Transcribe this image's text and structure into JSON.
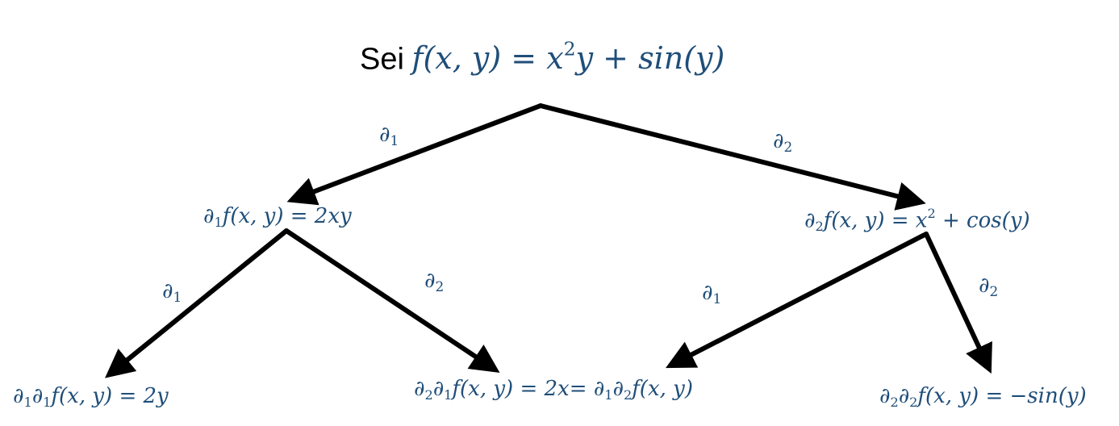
{
  "title": {
    "prefix": "Sei",
    "f": "f(x, y) = x",
    "exp": "2",
    "rest": "y + sin(y)"
  },
  "nodes": {
    "d1f": {
      "op": "∂",
      "sub": "1",
      "body": "f(x, y) = 2xy"
    },
    "d2f": {
      "op": "∂",
      "sub": "2",
      "body": "f(x, y) = x",
      "exp": "2",
      "tail": " + cos(y)"
    },
    "d1d1f": {
      "op": "∂",
      "sub1": "1",
      "sub2": "1",
      "body": "f(x, y) = 2y"
    },
    "d2d1f": {
      "op": "∂",
      "sub1": "2",
      "sub2": "1",
      "body": "f(x, y) = 2x",
      "eq": "= ",
      "sub3": "1",
      "sub4": "2",
      "body2": "f(x, y)"
    },
    "d2d2f": {
      "op": "∂",
      "sub1": "2",
      "sub2": "2",
      "body": "f(x, y) = −sin(y)"
    }
  },
  "edges": [
    {
      "label_op": "∂",
      "label_sub": "1"
    },
    {
      "label_op": "∂",
      "label_sub": "2"
    },
    {
      "label_op": "∂",
      "label_sub": "1"
    },
    {
      "label_op": "∂",
      "label_sub": "2"
    },
    {
      "label_op": "∂",
      "label_sub": "1"
    },
    {
      "label_op": "∂",
      "label_sub": "2"
    }
  ],
  "colors": {
    "math": "#1f4e79",
    "text": "#000000",
    "arrow": "#000000"
  }
}
